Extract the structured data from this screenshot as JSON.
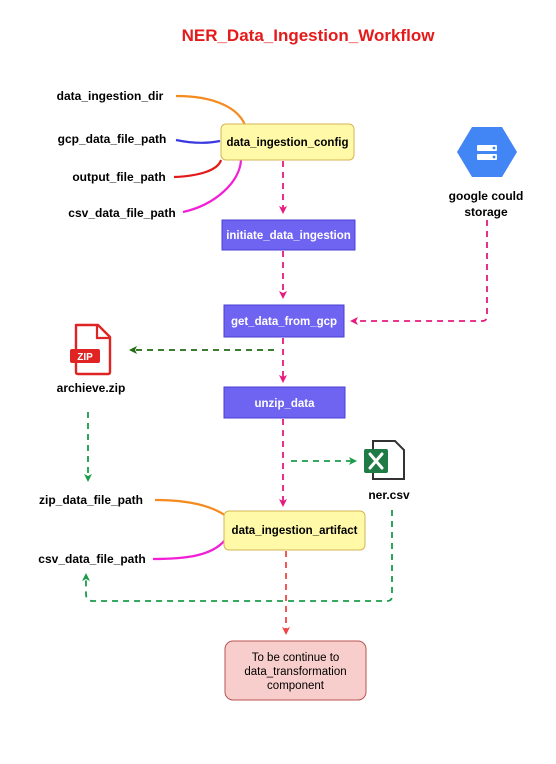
{
  "title": "NER_Data_Ingestion_Workflow",
  "colors": {
    "title": "#e51b1b",
    "yellow_fill": "#fff9a8",
    "yellow_stroke": "#d6b656",
    "blue_fill": "#6f63f2",
    "blue_stroke": "#4a3fd1",
    "pink_fill": "#f8cecc",
    "pink_stroke": "#b85450",
    "arrow_pink": "#e6197f",
    "arrow_red": "#f04545",
    "arrow_green": "#1a9c4a",
    "arrow_darkgreen": "#1e6b12",
    "line_orange": "#f58a1f",
    "line_blue": "#3a3ae0",
    "line_red": "#e31a1a",
    "line_magenta": "#f21fd6"
  },
  "config": {
    "inputs": [
      "data_ingestion_dir",
      "gcp_data_file_path",
      "output_file_path",
      "csv_data_file_path"
    ],
    "box": "data_ingestion_config"
  },
  "steps": {
    "initiate": "initiate_data_ingestion",
    "get_data": "get_data_from_gcp",
    "unzip": "unzip_data"
  },
  "gcs": {
    "line1": "google could",
    "line2": "storage",
    "icon": "google-cloud-storage-icon"
  },
  "zip": {
    "label": "archieve.zip",
    "badge": "ZIP",
    "icon": "zip-file-icon"
  },
  "csv": {
    "label": "ner.csv",
    "icon": "excel-file-icon"
  },
  "artifact": {
    "box": "data_ingestion_artifact",
    "outputs": [
      "zip_data_file_path",
      "csv_data_file_path"
    ]
  },
  "next": {
    "line1": "To be continue to",
    "line2": "data_transformation",
    "line3": "component"
  }
}
